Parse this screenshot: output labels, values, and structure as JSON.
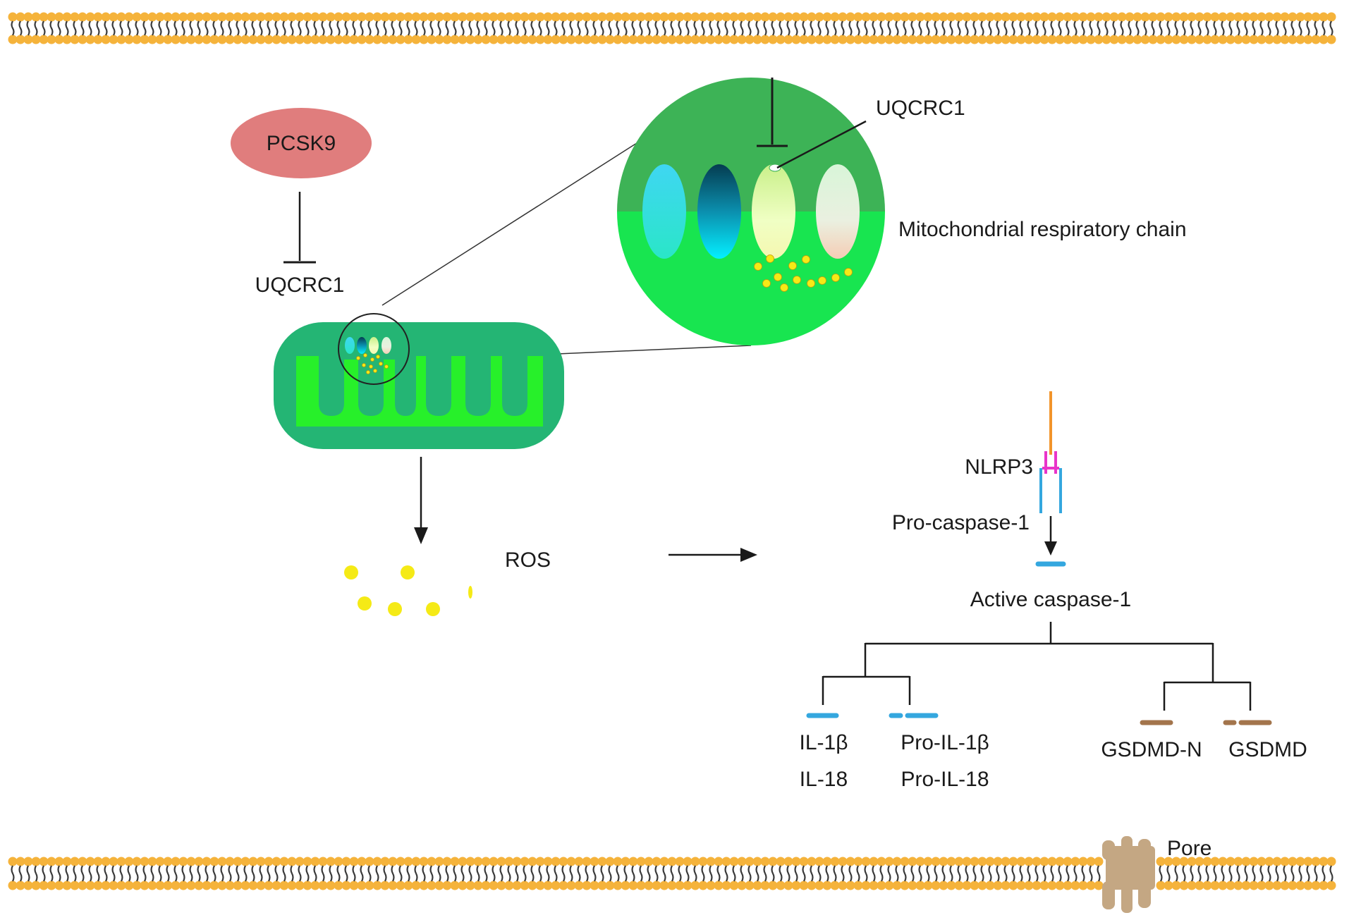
{
  "labels": {
    "pcsk9": "PCSK9",
    "uqcrc1_left": "UQCRC1",
    "uqcrc1_zoom": "UQCRC1",
    "mito_chain": "Mitochondrial respiratory chain",
    "ros": "ROS",
    "nlrp3": "NLRP3",
    "pro_caspase": "Pro-caspase-1",
    "active_caspase": "Active caspase-1",
    "il1b": "IL-1β",
    "il18": "IL-18",
    "pro_il1b": "Pro-IL-1β",
    "pro_il18": "Pro-IL-18",
    "gsdmd_n": "GSDMD-N",
    "gsdmd": "GSDMD",
    "pore": "Pore"
  },
  "colors": {
    "membrane_head": "#f5b33b",
    "membrane_tail": "#3a3a3a",
    "pcsk9": "#e07d7d",
    "mito_outer": "#24b574",
    "mito_inner": "#27f02a",
    "zoom_top": "#3db356",
    "zoom_bottom": "#18e550",
    "ros": "#f5ea16",
    "caspase": "#34a7df",
    "nlrp3_stem": "#f2942a",
    "nlrp3_pink": "#e934c9",
    "gsdmd": "#a3754c",
    "pore": "#c4a783"
  }
}
